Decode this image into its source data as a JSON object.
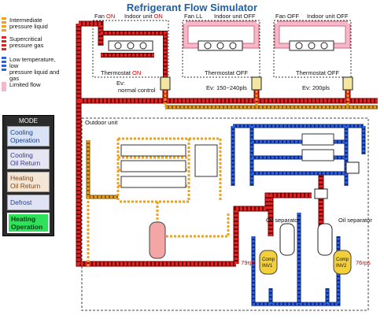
{
  "title": "Refrigerant Flow Simulator",
  "legend": [
    {
      "line1": "Intermediate",
      "line2": "pressure liquid"
    },
    {
      "line1": "Supercritical",
      "line2": "pressure gas"
    },
    {
      "line1": "Low temperature, low",
      "line2": "pressure liquid and gas"
    },
    {
      "line1": "Limited flow",
      "line2": ""
    }
  ],
  "indoor_units": [
    {
      "fan_label": "Fan",
      "fan_state": "ON",
      "unit_label": "Indoor unit",
      "unit_state": "ON",
      "thermostat_label": "Thermostat",
      "thermostat_state": "ON",
      "ev_label": "Ev:",
      "ev_value": "normal control"
    },
    {
      "fan_label": "Fan",
      "fan_state": "LL",
      "unit_label": "Indoor unit",
      "unit_state": "OFF",
      "thermostat_label": "Thermostat",
      "thermostat_state": "OFF",
      "ev_label": "Ev:",
      "ev_value": "150~240pls"
    },
    {
      "fan_label": "Fan",
      "fan_state": "OFF",
      "unit_label": "Indoor unit",
      "unit_state": "OFF",
      "thermostat_label": "Thermostat",
      "thermostat_state": "OFF",
      "ev_label": "Ev:",
      "ev_value": "200pls"
    }
  ],
  "outdoor_unit_label": "Outdoor unit",
  "mode": {
    "title": "MODE",
    "buttons": [
      {
        "line1": "Cooling",
        "line2": "Operation",
        "bg": "#d8e4f5",
        "fg": "#1a3f8f",
        "active": false
      },
      {
        "line1": "Cooling",
        "line2": "Oil Return",
        "bg": "#e6e6f2",
        "fg": "#3a3a8a",
        "active": false
      },
      {
        "line1": "Heating",
        "line2": "Oil Return",
        "bg": "#f3e6d6",
        "fg": "#7a4a1a",
        "active": false
      },
      {
        "line1": "Defrost",
        "line2": "",
        "bg": "#dfe3f3",
        "fg": "#2a3f8f",
        "active": false
      },
      {
        "line1": "Heating",
        "line2": "Operation",
        "bg": "#2ee05a",
        "fg": "#0b3d14",
        "active": true
      }
    ]
  },
  "oil_separators": [
    "Oil separator",
    "Oil separator"
  ],
  "compressors": [
    {
      "name": "Comp",
      "inverter": "INV1",
      "speed": "79rps"
    },
    {
      "name": "Comp",
      "inverter": "INV2",
      "speed": "76rps"
    }
  ],
  "colors": {
    "intermediate_liquid": "#f0a020",
    "supercritical_gas": "#cc1111",
    "low_pressure": "#1646c8",
    "limited_flow": "#f4a6b8",
    "title": "#1f5fa8",
    "state_on": "#d10000"
  }
}
